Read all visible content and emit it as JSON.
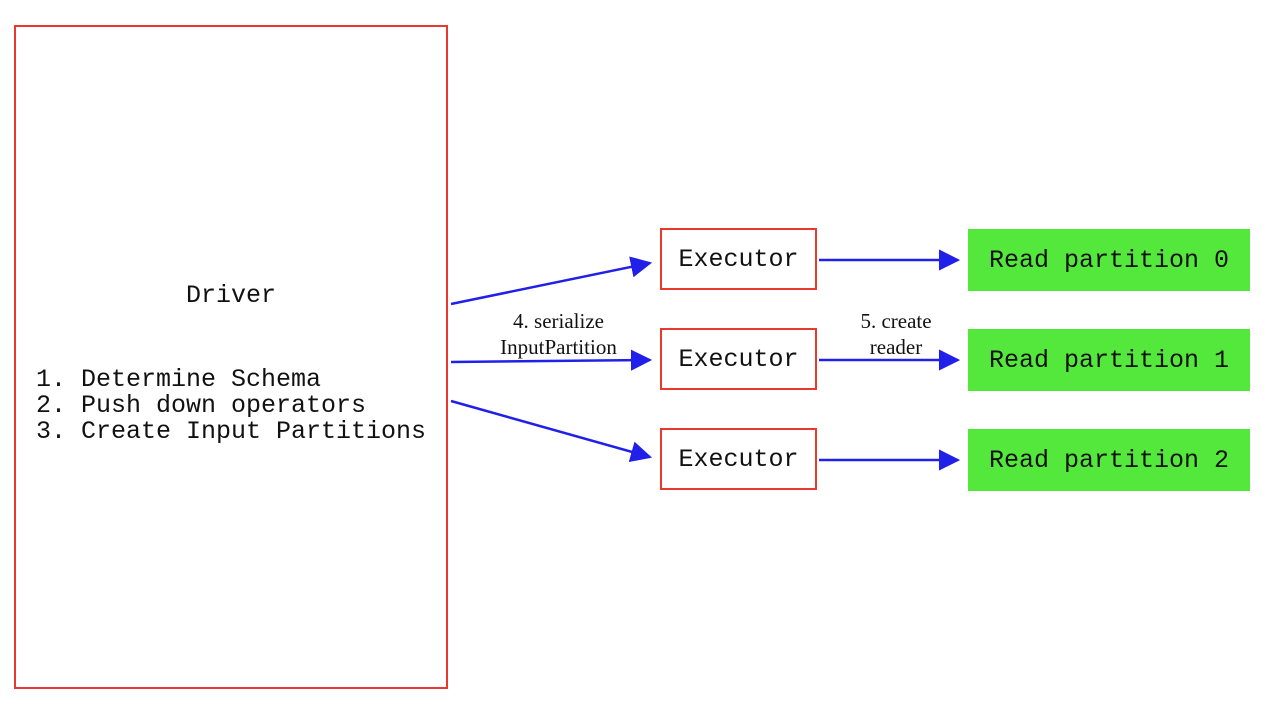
{
  "diagram": {
    "driver": {
      "title": "Driver",
      "steps": [
        "1. Determine Schema",
        "2. Push down operators",
        "3. Create Input Partitions"
      ]
    },
    "executors": [
      {
        "label": "Executor"
      },
      {
        "label": "Executor"
      },
      {
        "label": "Executor"
      }
    ],
    "partitions": [
      {
        "label": "Read partition 0"
      },
      {
        "label": "Read partition 1"
      },
      {
        "label": "Read partition 2"
      }
    ],
    "edge_labels": {
      "serialize_line1": "4. serialize",
      "serialize_line2": "InputPartition",
      "reader_line1": "5. create",
      "reader_line2": "reader"
    },
    "colors": {
      "box_border": "#e8392c",
      "partition_fill": "#54e73c",
      "arrow": "#2020e8",
      "text": "#111111",
      "background": "#ffffff"
    }
  }
}
